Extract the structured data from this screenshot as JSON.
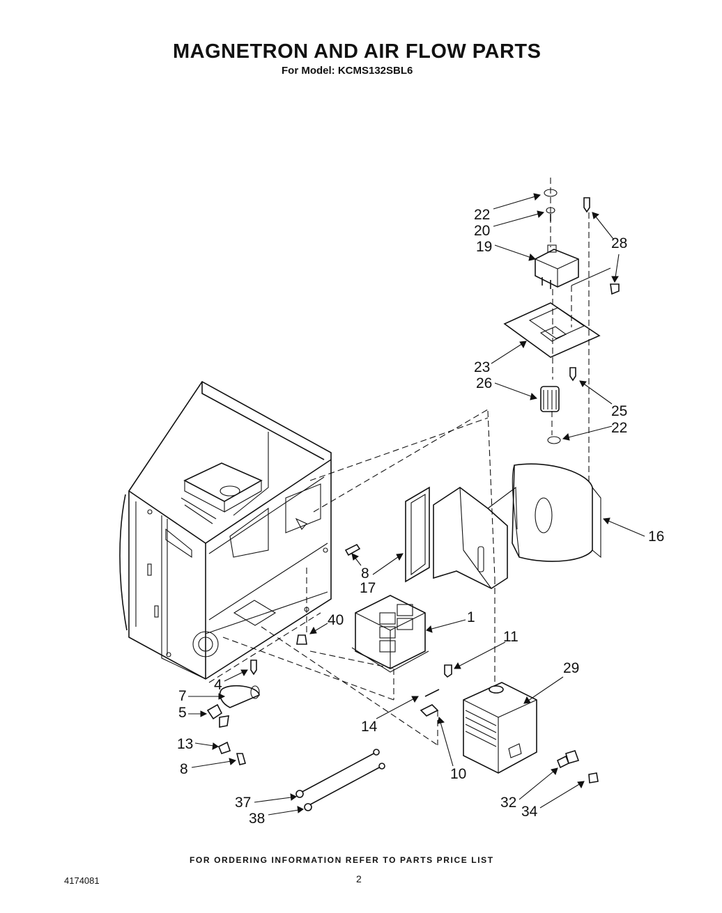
{
  "header": {
    "title": "MAGNETRON AND AIR FLOW PARTS",
    "subtitle": "For Model: KCMS132SBL6"
  },
  "parts": {
    "p22a": "22",
    "p20": "20",
    "p19": "19",
    "p28": "28",
    "p23": "23",
    "p26": "26",
    "p25": "25",
    "p22b": "22",
    "p16": "16",
    "p8a": "8",
    "p17": "17",
    "p1": "1",
    "p40": "40",
    "p11": "11",
    "p29": "29",
    "p4": "4",
    "p7": "7",
    "p5": "5",
    "p14": "14",
    "p13": "13",
    "p8b": "8",
    "p10": "10",
    "p37": "37",
    "p38": "38",
    "p32": "32",
    "p34": "34"
  },
  "footer": {
    "note": "FOR ORDERING INFORMATION REFER TO PARTS PRICE LIST",
    "doc_number": "4174081",
    "page_number": "2"
  }
}
